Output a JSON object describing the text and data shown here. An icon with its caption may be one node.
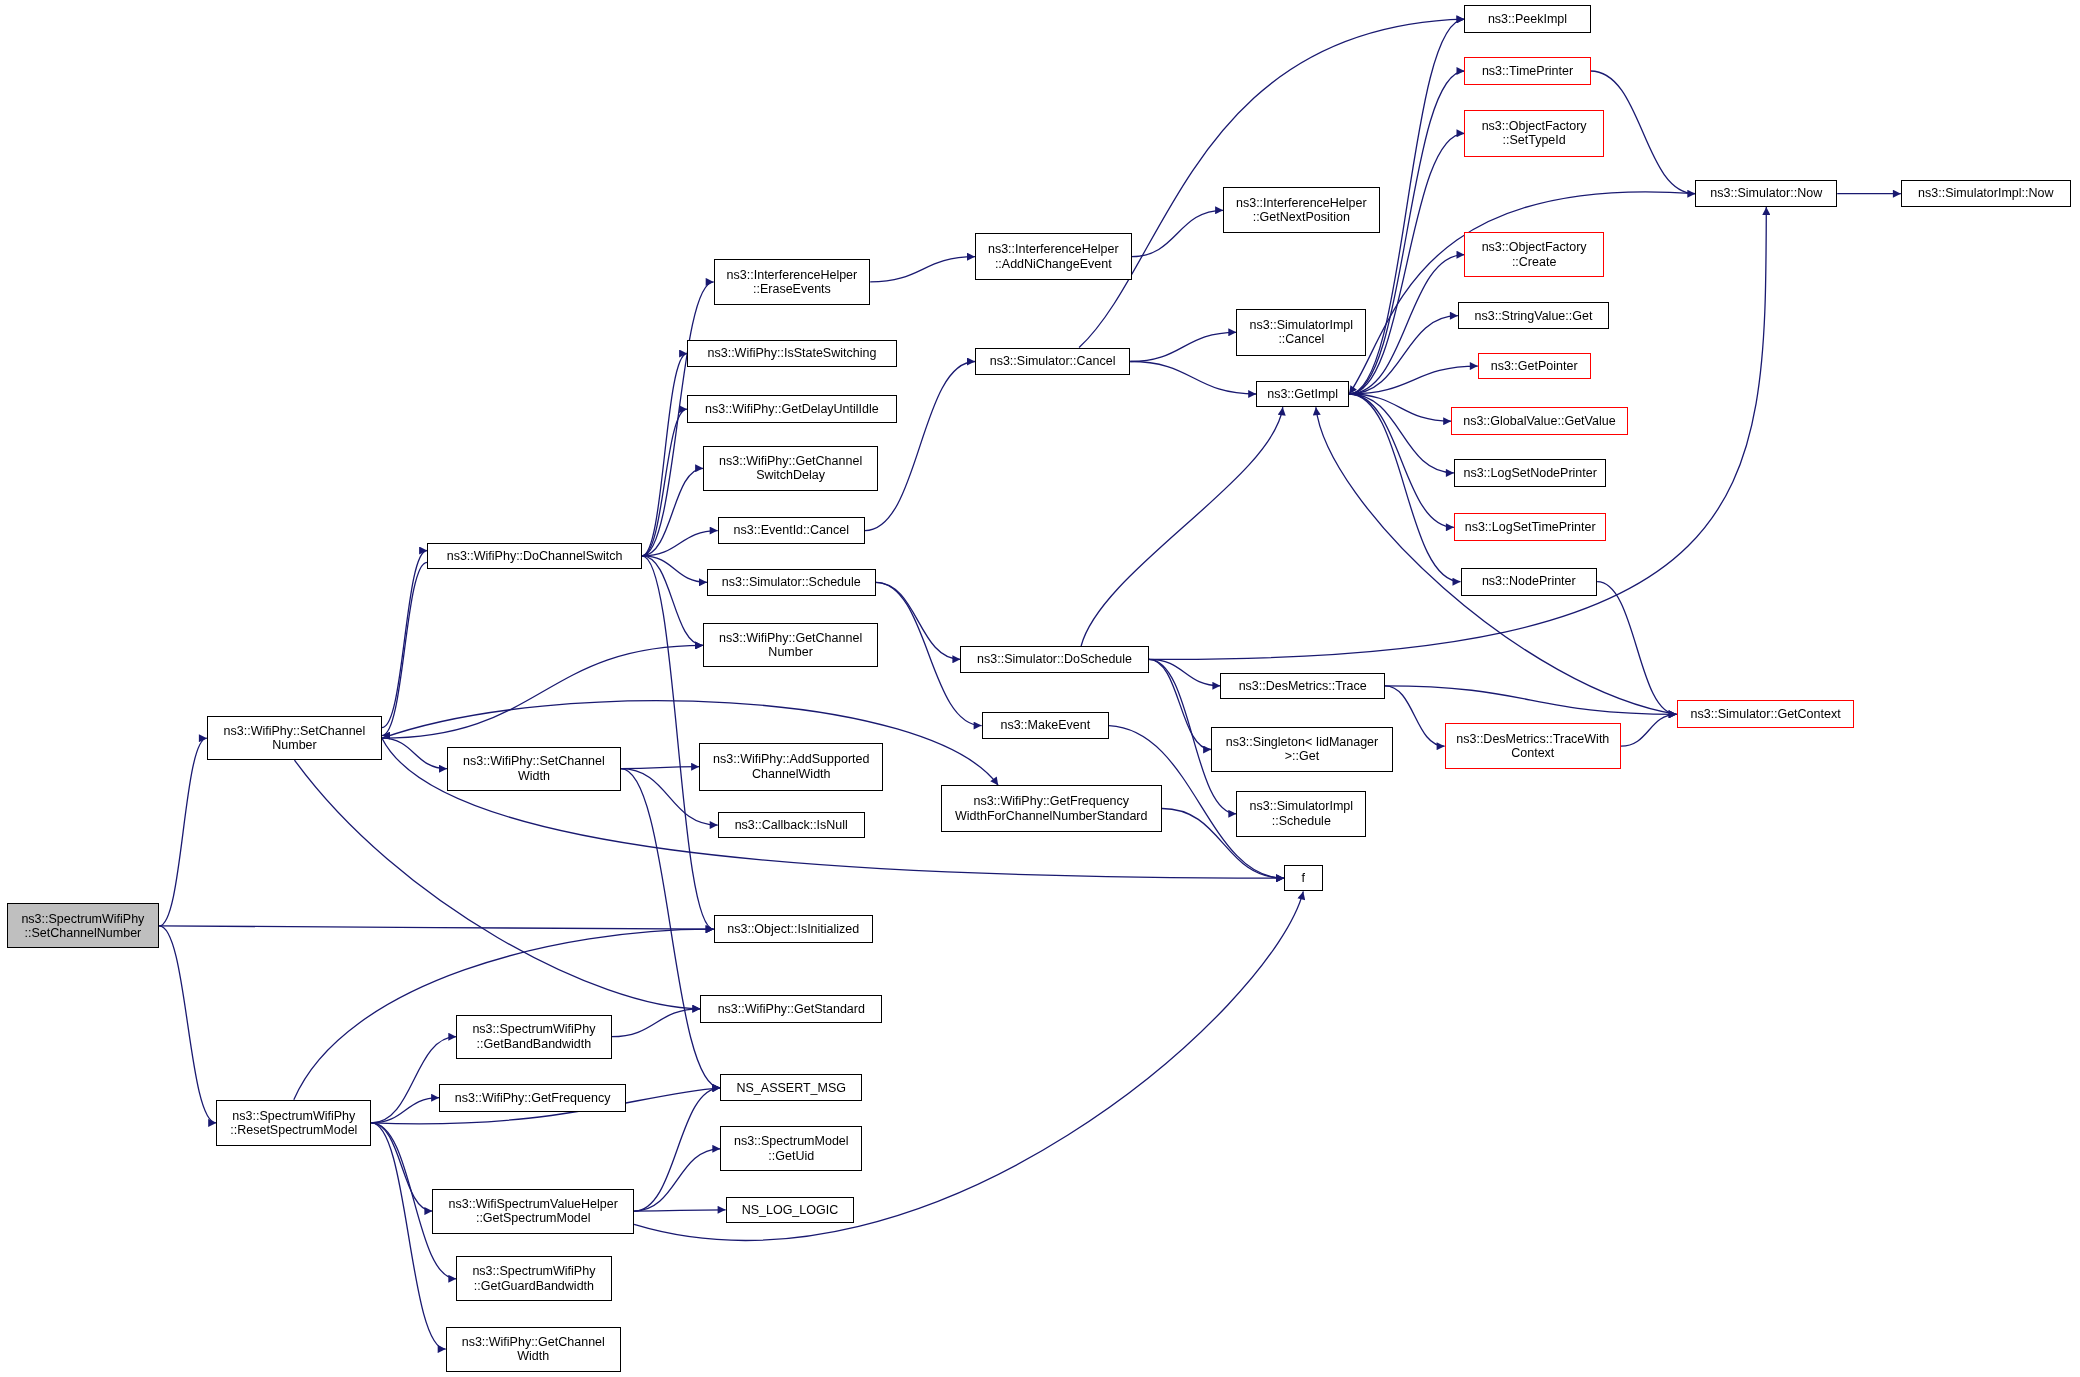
{
  "diagram": {
    "nodes": [
      {
        "text": [
          "ns3::SpectrumWifiPhy ::SetChannelNumber"
        ]
      },
      {
        "text": [
          "ns3::WifiPhy::SetChannel Number"
        ]
      },
      {
        "text": [
          "ns3::SpectrumWifiPhy ::ResetSpectrumModel"
        ]
      },
      {
        "text": [
          "ns3::WifiPhy::DoChannelSwitch"
        ]
      },
      {
        "text": [
          "ns3::WifiPhy::SetChannel Width"
        ]
      },
      {
        "text": [
          "ns3::InterferenceHelper ::EraseEvents"
        ]
      },
      {
        "text": [
          "ns3::WifiPhy::IsStateSwitching"
        ]
      },
      {
        "text": [
          "ns3::WifiPhy::GetDelayUntilIdle"
        ]
      },
      {
        "text": [
          "ns3::WifiPhy::GetChannel SwitchDelay"
        ]
      },
      {
        "text": [
          "ns3::EventId::Cancel"
        ]
      },
      {
        "text": [
          "ns3::Simulator::Schedule"
        ]
      },
      {
        "text": [
          "ns3::WifiPhy::GetChannel Number"
        ]
      },
      {
        "text": [
          "ns3::WifiPhy::AddSupported ChannelWidth"
        ]
      },
      {
        "text": [
          "ns3::Callback::IsNull"
        ]
      },
      {
        "text": [
          "ns3::Object::IsInitialized"
        ]
      },
      {
        "text": [
          "ns3::WifiPhy::GetStandard"
        ]
      },
      {
        "text": [
          "ns3::SpectrumWifiPhy ::GetBandBandwidth"
        ]
      },
      {
        "text": [
          "ns3::WifiPhy::GetFrequency"
        ]
      },
      {
        "text": [
          "NS_ASSERT_MSG"
        ]
      },
      {
        "text": [
          "ns3::SpectrumModel ::GetUid"
        ]
      },
      {
        "text": [
          "ns3::WifiSpectrumValueHelper ::GetSpectrumModel"
        ]
      },
      {
        "text": [
          "NS_LOG_LOGIC"
        ]
      },
      {
        "text": [
          "ns3::SpectrumWifiPhy ::GetGuardBandwidth"
        ]
      },
      {
        "text": [
          "ns3::WifiPhy::GetChannel Width"
        ]
      },
      {
        "text": [
          "ns3::InterferenceHelper ::AddNiChangeEvent"
        ]
      },
      {
        "text": [
          "ns3::InterferenceHelper ::GetNextPosition"
        ]
      },
      {
        "text": [
          "ns3::Simulator::Cancel"
        ]
      },
      {
        "text": [
          "ns3::SimulatorImpl ::Cancel"
        ]
      },
      {
        "text": [
          "ns3::GetImpl"
        ]
      },
      {
        "text": [
          "ns3::Simulator::DoSchedule"
        ]
      },
      {
        "text": [
          "ns3::MakeEvent"
        ]
      },
      {
        "text": [
          "ns3::WifiPhy::GetFrequency WidthForChannelNumberStandard"
        ]
      },
      {
        "text": [
          "f"
        ]
      },
      {
        "text": [
          "ns3::DesMetrics::Trace"
        ]
      },
      {
        "text": [
          "ns3::Singleton< IidManager >::Get"
        ]
      },
      {
        "text": [
          "ns3::SimulatorImpl ::Schedule"
        ]
      },
      {
        "text": [
          "ns3::PeekImpl"
        ]
      },
      {
        "text": [
          "ns3::TimePrinter"
        ]
      },
      {
        "text": [
          "ns3::ObjectFactory ::SetTypeId"
        ]
      },
      {
        "text": [
          "ns3::ObjectFactory ::Create"
        ]
      },
      {
        "text": [
          "ns3::StringValue::Get"
        ]
      },
      {
        "text": [
          "ns3::GetPointer"
        ]
      },
      {
        "text": [
          "ns3::GlobalValue::GetValue"
        ]
      },
      {
        "text": [
          "ns3::LogSetNodePrinter"
        ]
      },
      {
        "text": [
          "ns3::LogSetTimePrinter"
        ]
      },
      {
        "text": [
          "ns3::NodePrinter"
        ]
      },
      {
        "text": [
          "ns3::DesMetrics::TraceWith Context"
        ]
      },
      {
        "text": [
          "ns3::Simulator::Now"
        ]
      },
      {
        "text": [
          "ns3::SimulatorImpl::Now"
        ]
      },
      {
        "text": [
          "ns3::Simulator::GetContext"
        ]
      }
    ],
    "edges": [
      {
        "from": 0,
        "to": 1,
        "arrow": "to"
      },
      {
        "from": 0,
        "to": 14,
        "arrow": "to"
      },
      {
        "from": 0,
        "to": 2,
        "arrow": "to"
      },
      {
        "from": 1,
        "to": 3,
        "arrow": "to"
      },
      {
        "from": 3,
        "to": 1,
        "arrow": "to"
      },
      {
        "from": 1,
        "to": 11,
        "arrow": "to"
      },
      {
        "from": 1,
        "to": 4,
        "arrow": "to"
      },
      {
        "from": 1,
        "to": 31,
        "arrow": "to"
      },
      {
        "from": 1,
        "to": 32,
        "arrow": "to"
      },
      {
        "from": 1,
        "to": 15,
        "arrow": "to"
      },
      {
        "from": 3,
        "to": 5,
        "arrow": "to"
      },
      {
        "from": 3,
        "to": 6,
        "arrow": "to"
      },
      {
        "from": 3,
        "to": 7,
        "arrow": "to"
      },
      {
        "from": 3,
        "to": 8,
        "arrow": "to"
      },
      {
        "from": 3,
        "to": 9,
        "arrow": "to"
      },
      {
        "from": 3,
        "to": 10,
        "arrow": "to"
      },
      {
        "from": 3,
        "to": 11,
        "arrow": "to"
      },
      {
        "from": 3,
        "to": 14,
        "arrow": "to"
      },
      {
        "from": 4,
        "to": 12,
        "arrow": "to"
      },
      {
        "from": 4,
        "to": 13,
        "arrow": "to"
      },
      {
        "from": 4,
        "to": 18,
        "arrow": "to"
      },
      {
        "from": 2,
        "to": 14,
        "arrow": "to"
      },
      {
        "from": 2,
        "to": 16,
        "arrow": "to"
      },
      {
        "from": 2,
        "to": 17,
        "arrow": "to"
      },
      {
        "from": 2,
        "to": 18,
        "arrow": "to"
      },
      {
        "from": 2,
        "to": 20,
        "arrow": "to"
      },
      {
        "from": 2,
        "to": 22,
        "arrow": "to"
      },
      {
        "from": 2,
        "to": 23,
        "arrow": "to"
      },
      {
        "from": 16,
        "to": 15,
        "arrow": "to"
      },
      {
        "from": 20,
        "to": 18,
        "arrow": "to"
      },
      {
        "from": 20,
        "to": 19,
        "arrow": "to"
      },
      {
        "from": 20,
        "to": 21,
        "arrow": "to"
      },
      {
        "from": 20,
        "to": 32,
        "arrow": "to"
      },
      {
        "from": 5,
        "to": 24,
        "arrow": "to"
      },
      {
        "from": 24,
        "to": 25,
        "arrow": "to"
      },
      {
        "from": 9,
        "to": 26,
        "arrow": "to"
      },
      {
        "from": 10,
        "to": 29,
        "arrow": "to"
      },
      {
        "from": 10,
        "to": 30,
        "arrow": "to"
      },
      {
        "from": 26,
        "to": 36,
        "arrow": "to"
      },
      {
        "from": 26,
        "to": 27,
        "arrow": "to"
      },
      {
        "from": 26,
        "to": 28,
        "arrow": "to"
      },
      {
        "from": 28,
        "to": 36,
        "arrow": "to"
      },
      {
        "from": 28,
        "to": 37,
        "arrow": "to"
      },
      {
        "from": 28,
        "to": 38,
        "arrow": "to"
      },
      {
        "from": 28,
        "to": 39,
        "arrow": "to"
      },
      {
        "from": 28,
        "to": 40,
        "arrow": "to"
      },
      {
        "from": 28,
        "to": 41,
        "arrow": "to"
      },
      {
        "from": 28,
        "to": 42,
        "arrow": "to"
      },
      {
        "from": 28,
        "to": 43,
        "arrow": "to"
      },
      {
        "from": 28,
        "to": 44,
        "arrow": "to"
      },
      {
        "from": 28,
        "to": 45,
        "arrow": "to"
      },
      {
        "from": 47,
        "to": 28,
        "arrow": "to"
      },
      {
        "from": 49,
        "to": 28,
        "arrow": "to"
      },
      {
        "from": 37,
        "to": 47,
        "arrow": "to"
      },
      {
        "from": 47,
        "to": 48,
        "arrow": "to"
      },
      {
        "from": 45,
        "to": 49,
        "arrow": "to"
      },
      {
        "from": 29,
        "to": 28,
        "arrow": "to"
      },
      {
        "from": 29,
        "to": 47,
        "arrow": "to"
      },
      {
        "from": 29,
        "to": 33,
        "arrow": "to"
      },
      {
        "from": 29,
        "to": 34,
        "arrow": "to"
      },
      {
        "from": 29,
        "to": 35,
        "arrow": "to"
      },
      {
        "from": 33,
        "to": 46,
        "arrow": "to"
      },
      {
        "from": 33,
        "to": 49,
        "arrow": "to"
      },
      {
        "from": 46,
        "to": 49,
        "arrow": "to"
      },
      {
        "from": 30,
        "to": 32,
        "arrow": "to"
      },
      {
        "from": 31,
        "to": 32,
        "arrow": "to"
      }
    ]
  }
}
